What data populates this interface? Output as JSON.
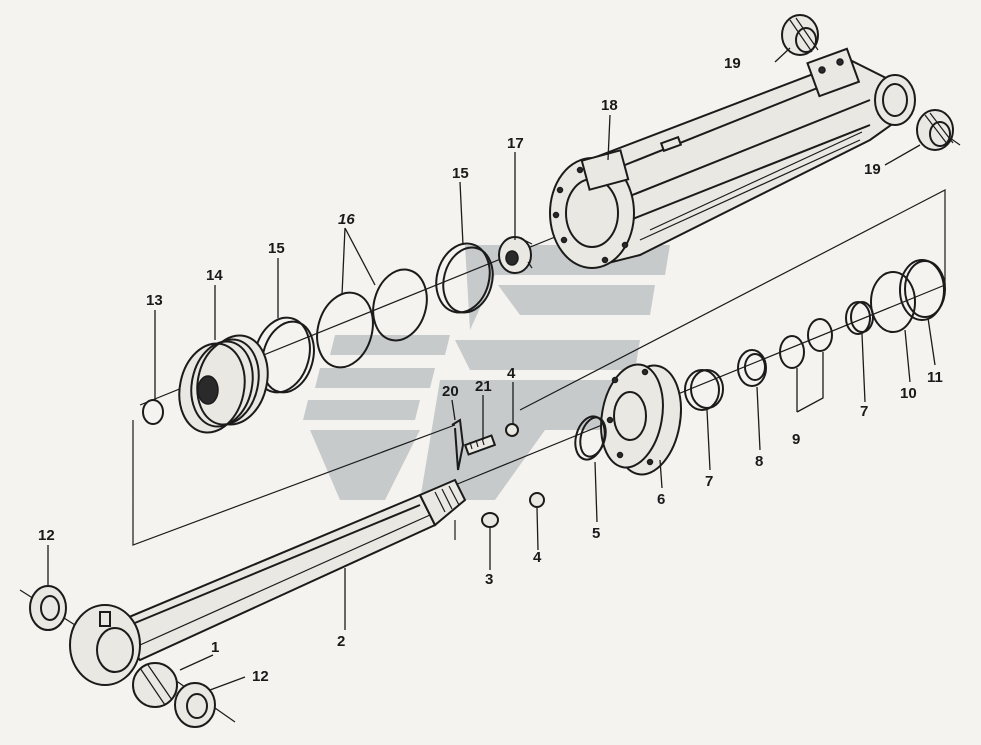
{
  "labels": {
    "l1": "1",
    "l2": "2",
    "l3": "3",
    "l4a": "4",
    "l4b": "4",
    "l5": "5",
    "l6": "6",
    "l7a": "7",
    "l7b": "7",
    "l8": "8",
    "l9": "9",
    "l10": "10",
    "l11": "11",
    "l12a": "12",
    "l12b": "12",
    "l13": "13",
    "l14": "14",
    "l15a": "15",
    "l15b": "15",
    "l16": "16",
    "l17": "17",
    "l18": "18",
    "l19a": "19",
    "l19b": "19",
    "l20": "20",
    "l21": "21"
  },
  "colors": {
    "line": "#1b1b1b",
    "paper": "#f4f3ef",
    "watermark": "#b8bcbf"
  }
}
